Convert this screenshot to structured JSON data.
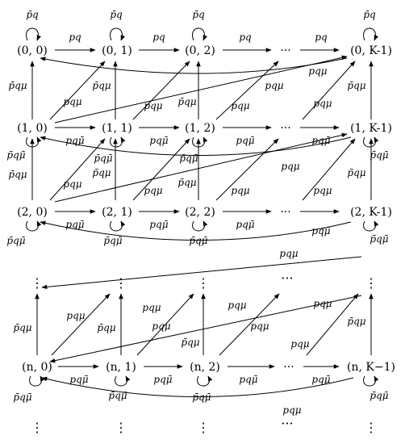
{
  "nodes": [
    {
      "id": "n00",
      "label": "(0, 0)"
    },
    {
      "id": "n01",
      "label": "(0, 1)"
    },
    {
      "id": "n02",
      "label": "(0, 2)"
    },
    {
      "id": "n0d",
      "label": "···"
    },
    {
      "id": "n0K",
      "label": "(0, K-1)"
    },
    {
      "id": "n10",
      "label": "(1, 0)"
    },
    {
      "id": "n11",
      "label": "(1, 1)"
    },
    {
      "id": "n12",
      "label": "(1, 2)"
    },
    {
      "id": "n1d",
      "label": "···"
    },
    {
      "id": "n1K",
      "label": "(1, K-1)"
    },
    {
      "id": "n20",
      "label": "(2, 0)"
    },
    {
      "id": "n21",
      "label": "(2, 1)"
    },
    {
      "id": "n22",
      "label": "(2, 2)"
    },
    {
      "id": "n2d",
      "label": "···"
    },
    {
      "id": "n2K",
      "label": "(2, K-1)"
    },
    {
      "id": "v0",
      "label": "⋮"
    },
    {
      "id": "v1",
      "label": "⋮"
    },
    {
      "id": "v2",
      "label": "⋮"
    },
    {
      "id": "vd",
      "label": "···"
    },
    {
      "id": "vK",
      "label": "⋮"
    },
    {
      "id": "nn0",
      "label": "(n, 0)"
    },
    {
      "id": "nn1",
      "label": "(n, 1)"
    },
    {
      "id": "nn2",
      "label": "(n, 2)"
    },
    {
      "id": "nnd",
      "label": "···"
    },
    {
      "id": "nnK",
      "label": "(n, K−1)"
    },
    {
      "id": "b0",
      "label": "⋮"
    },
    {
      "id": "b1",
      "label": "⋮"
    },
    {
      "id": "b2",
      "label": "⋮"
    },
    {
      "id": "bd",
      "label": "···"
    },
    {
      "id": "bK",
      "label": "⋮"
    }
  ],
  "edge_labels": {
    "p_bar_q": "p̄q",
    "pq": "pq",
    "p_bar_q_mu": "p̄qμ",
    "pq_mu": "pqμ",
    "pq_mu_bar": "pqμ̄",
    "p_bar_q_mu_bar": "p̄qμ̄"
  }
}
